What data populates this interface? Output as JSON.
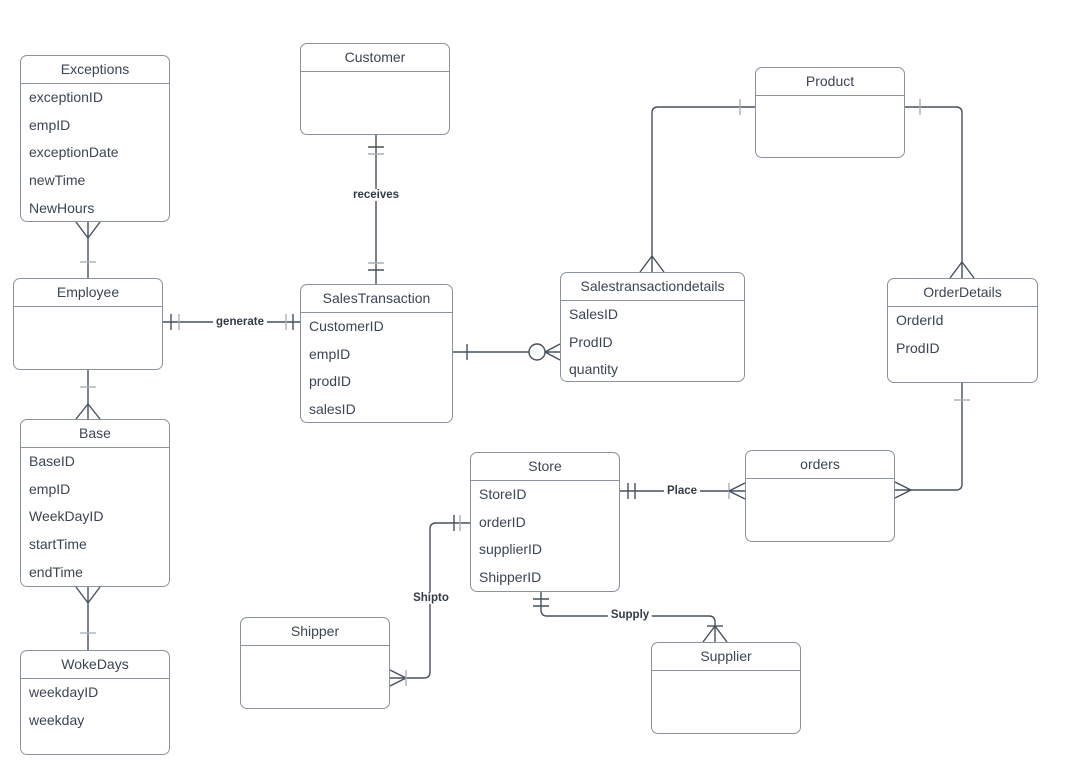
{
  "colors": {
    "connector_line": "#47505f",
    "connector_tick_gray": "#a9b0b7",
    "entity_border": "#8a939d",
    "entity_text": "#3b4554",
    "label_text": "#333b46",
    "background": "#ffffff"
  },
  "entities": {
    "exceptions": {
      "title": "Exceptions",
      "attributes": [
        "exceptionID",
        "empID",
        "exceptionDate",
        "newTime",
        "NewHours"
      ]
    },
    "customer": {
      "title": "Customer",
      "attributes": []
    },
    "product": {
      "title": "Product",
      "attributes": []
    },
    "employee": {
      "title": "Employee",
      "attributes": []
    },
    "sales_transaction": {
      "title": "SalesTransaction",
      "attributes": [
        "CustomerID",
        "empID",
        "prodID",
        "salesID"
      ]
    },
    "sales_transaction_details": {
      "title": "Salestransactiondetails",
      "attributes": [
        "SalesID",
        "ProdID",
        "quantity"
      ]
    },
    "order_details": {
      "title": "OrderDetails",
      "attributes": [
        "OrderId",
        "ProdID"
      ]
    },
    "base": {
      "title": "Base",
      "attributes": [
        "BaseID",
        "empID",
        "WeekDayID",
        "startTime",
        "endTime"
      ]
    },
    "store": {
      "title": "Store",
      "attributes": [
        "StoreID",
        "orderID",
        "supplierID",
        "ShipperID"
      ]
    },
    "orders": {
      "title": "orders",
      "attributes": []
    },
    "shipper": {
      "title": "Shipper",
      "attributes": []
    },
    "supplier": {
      "title": "Supplier",
      "attributes": []
    },
    "woke_days": {
      "title": "WokeDays",
      "attributes": [
        "weekdayID",
        "weekday"
      ]
    }
  },
  "relationship_labels": {
    "receives": "receives",
    "generate": "generate",
    "place": "Place",
    "shipto": "Shipto",
    "supply": "Supply"
  },
  "relationships": [
    {
      "from": "Employee",
      "to": "Exceptions",
      "label": "",
      "from_cardinality": "one",
      "to_cardinality": "many"
    },
    {
      "from": "Customer",
      "to": "SalesTransaction",
      "label": "receives",
      "from_cardinality": "one and only one",
      "to_cardinality": "one and only one"
    },
    {
      "from": "Employee",
      "to": "SalesTransaction",
      "label": "generate",
      "from_cardinality": "one and only one",
      "to_cardinality": "one and only one"
    },
    {
      "from": "SalesTransaction",
      "to": "Salestransactiondetails",
      "label": "",
      "from_cardinality": "one",
      "to_cardinality": "zero or many"
    },
    {
      "from": "Product",
      "to": "Salestransactiondetails",
      "label": "",
      "from_cardinality": "one",
      "to_cardinality": "many"
    },
    {
      "from": "Product",
      "to": "OrderDetails",
      "label": "",
      "from_cardinality": "one",
      "to_cardinality": "many"
    },
    {
      "from": "OrderDetails",
      "to": "orders",
      "label": "",
      "from_cardinality": "one",
      "to_cardinality": "many"
    },
    {
      "from": "Store",
      "to": "orders",
      "label": "Place",
      "from_cardinality": "one and only one",
      "to_cardinality": "one or many"
    },
    {
      "from": "Store",
      "to": "Shipper",
      "label": "Shipto",
      "from_cardinality": "one and only one",
      "to_cardinality": "one or many"
    },
    {
      "from": "Store",
      "to": "Supplier",
      "label": "Supply",
      "from_cardinality": "one and only one",
      "to_cardinality": "one or many"
    },
    {
      "from": "Employee",
      "to": "Base",
      "label": "",
      "from_cardinality": "one",
      "to_cardinality": "many"
    },
    {
      "from": "Base",
      "to": "WokeDays",
      "label": "",
      "from_cardinality": "many",
      "to_cardinality": "one"
    }
  ]
}
